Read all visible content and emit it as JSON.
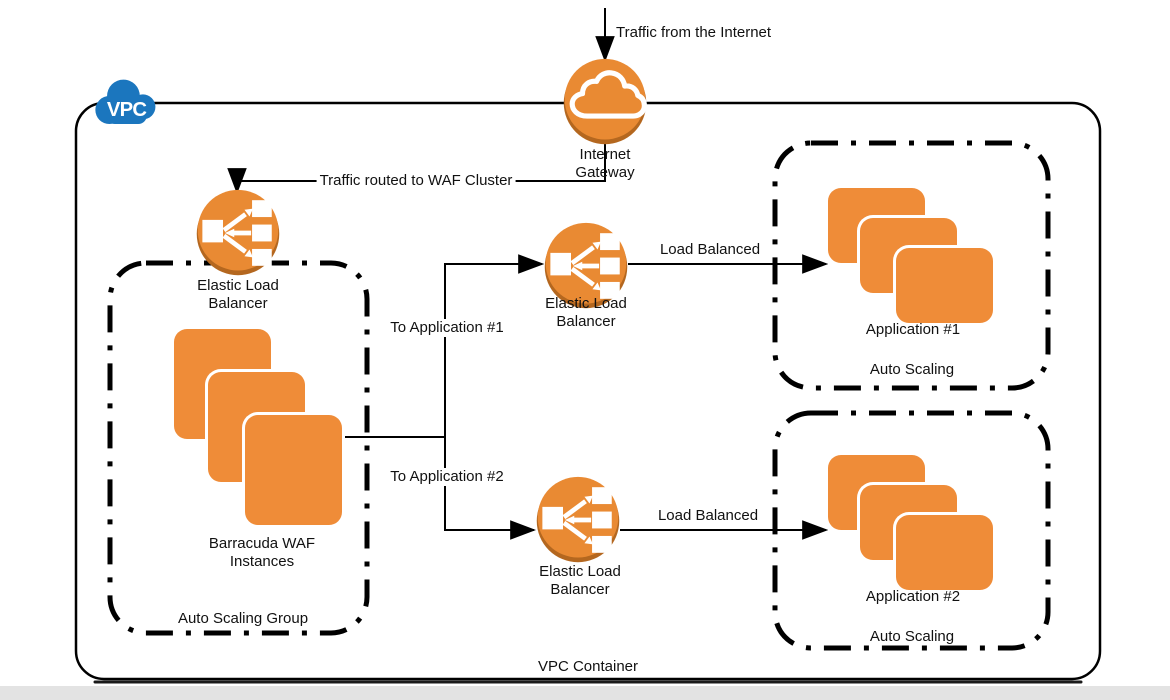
{
  "colors": {
    "orange": "#E98A33",
    "orange_rim": "#B4671F",
    "instance_orange": "#EF8C38",
    "instance_shadow": "#A2612B",
    "vpc_blue": "#1B76BE",
    "line": "#000000",
    "footer_bar": "#e3e3e3"
  },
  "vpc": {
    "badge": "VPC",
    "container_label": "VPC Container"
  },
  "edges": {
    "internet_in": "Traffic from the Internet",
    "to_waf": "Traffic routed to WAF Cluster",
    "to_app1": "To Application #1",
    "to_app2": "To Application #2",
    "lb1": "Load Balanced",
    "lb2": "Load Balanced"
  },
  "nodes": {
    "internet_gateway": {
      "label": "Internet\nGateway"
    },
    "elb_waf": {
      "label": "Elastic Load\nBalancer"
    },
    "elb_app1": {
      "label": "Elastic Load\nBalancer"
    },
    "elb_app2": {
      "label": "Elastic Load\nBalancer"
    },
    "waf_stack": {
      "label": "Barracuda WAF\nInstances"
    },
    "app1_stack": {
      "label": "Application #1"
    },
    "app2_stack": {
      "label": "Application #2"
    }
  },
  "groups": {
    "waf_asg": {
      "label": "Auto Scaling Group"
    },
    "app1_asg": {
      "label": "Auto Scaling"
    },
    "app2_asg": {
      "label": "Auto Scaling"
    }
  }
}
